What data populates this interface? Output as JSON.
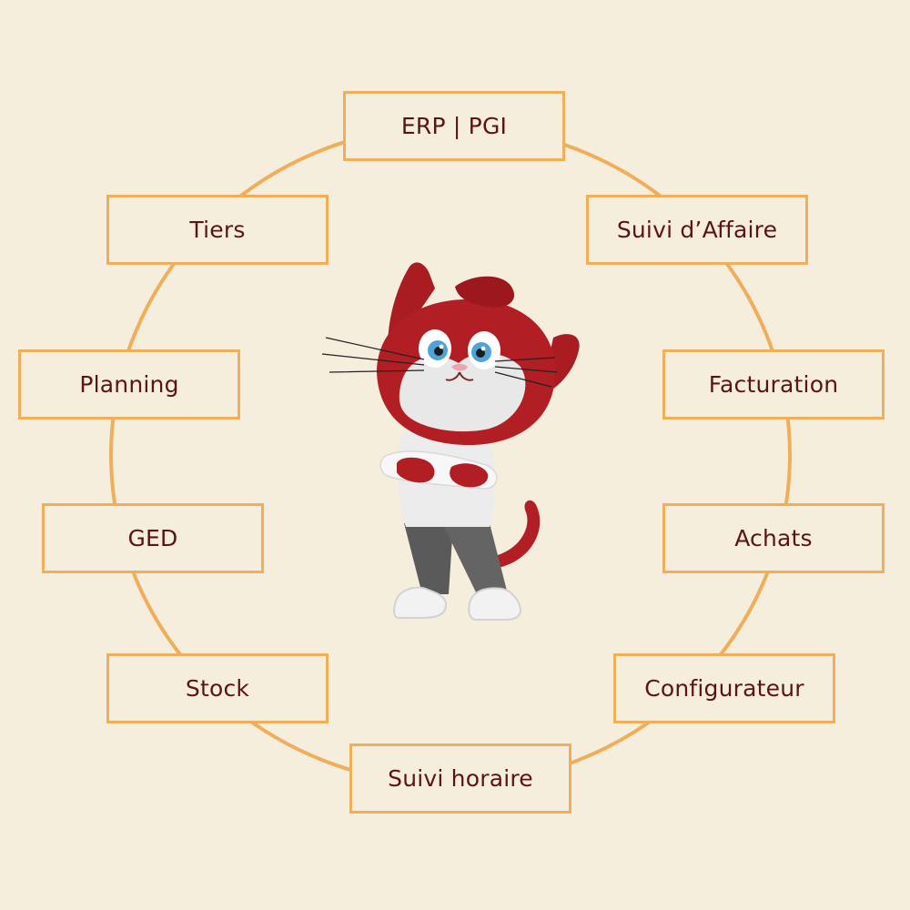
{
  "diagram": {
    "nodes": [
      {
        "id": "erp",
        "label": "ERP | PGI"
      },
      {
        "id": "suivi-affaire",
        "label": "Suivi d’Affaire"
      },
      {
        "id": "facturation",
        "label": "Facturation"
      },
      {
        "id": "achats",
        "label": "Achats"
      },
      {
        "id": "configurateur",
        "label": "Configurateur"
      },
      {
        "id": "suivi-horaire",
        "label": "Suivi horaire"
      },
      {
        "id": "stock",
        "label": "Stock"
      },
      {
        "id": "ged",
        "label": "GED"
      },
      {
        "id": "planning",
        "label": "Planning"
      },
      {
        "id": "tiers",
        "label": "Tiers"
      }
    ]
  },
  "colors": {
    "background": "#f6eedd",
    "ring": "#f0ad5a",
    "box_border": "#f0ad5a",
    "text": "#5b1414",
    "mascot_primary": "#b11f24",
    "mascot_shirt": "#eeeeee",
    "mascot_pants": "#5a5a5a"
  },
  "mascot": {
    "icon": "red-cat-mascot-icon"
  }
}
